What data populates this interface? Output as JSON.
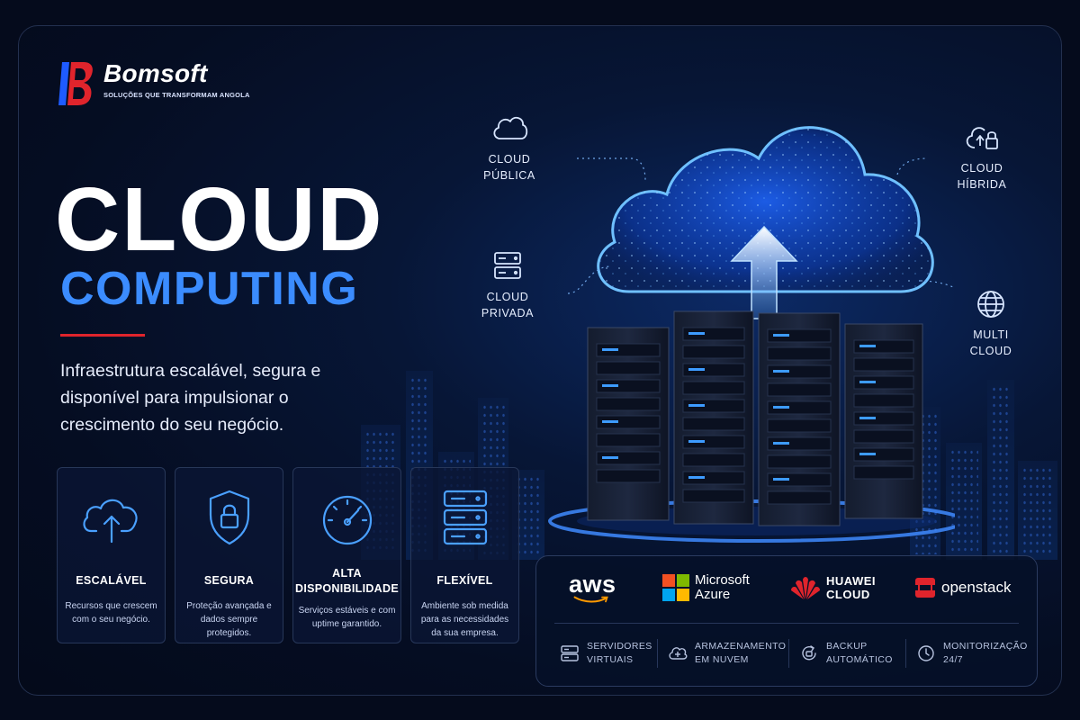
{
  "brand": {
    "name": "Bomsoft",
    "tagline": "SOLUÇÕES QUE TRANSFORMAM ANGOLA"
  },
  "headline": {
    "line1": "CLOUD",
    "line2": "COMPUTING"
  },
  "lead": "Infraestrutura escalável, segura e disponível para impulsionar o crescimento do seu negócio.",
  "features": [
    {
      "title": "ESCALÁVEL",
      "desc": "Recursos que crescem com o seu negócio.",
      "icon": "cloud-upload-icon"
    },
    {
      "title": "SEGURA",
      "desc": "Proteção avançada e dados sempre protegidos.",
      "icon": "shield-lock-icon"
    },
    {
      "title": "ALTA DISPONIBILIDADE",
      "desc": "Serviços estáveis e com uptime garantido.",
      "icon": "speedometer-icon"
    },
    {
      "title": "FLEXÍVEL",
      "desc": "Ambiente sob medida para as necessidades da sua empresa.",
      "icon": "server-stack-icon"
    }
  ],
  "callouts": [
    {
      "label1": "CLOUD",
      "label2": "PÚBLICA",
      "icon": "cloud-outline-icon"
    },
    {
      "label1": "CLOUD",
      "label2": "HÍBRIDA",
      "icon": "cloud-lock-icon"
    },
    {
      "label1": "CLOUD",
      "label2": "PRIVADA",
      "icon": "server-icon"
    },
    {
      "label1": "MULTI",
      "label2": "CLOUD",
      "icon": "globe-icon"
    }
  ],
  "partners": {
    "aws": "aws",
    "microsoft1": "Microsoft",
    "microsoft2": "Azure",
    "huawei1": "HUAWEI",
    "huawei2": "CLOUD",
    "openstack": "openstack"
  },
  "services": [
    {
      "l1": "SERVIDORES",
      "l2": "VIRTUAIS",
      "icon": "server-icon"
    },
    {
      "l1": "ARMAZENAMENTO",
      "l2": "EM NUVEM",
      "icon": "cloud-plus-icon"
    },
    {
      "l1": "BACKUP",
      "l2": "AUTOMÁTICO",
      "icon": "backup-icon"
    },
    {
      "l1": "MONITORIZAÇÃO",
      "l2": "24/7",
      "icon": "clock-icon"
    }
  ],
  "colors": {
    "accent": "#3b8cff",
    "brand_red": "#e0242c",
    "background": "#050b1c"
  }
}
